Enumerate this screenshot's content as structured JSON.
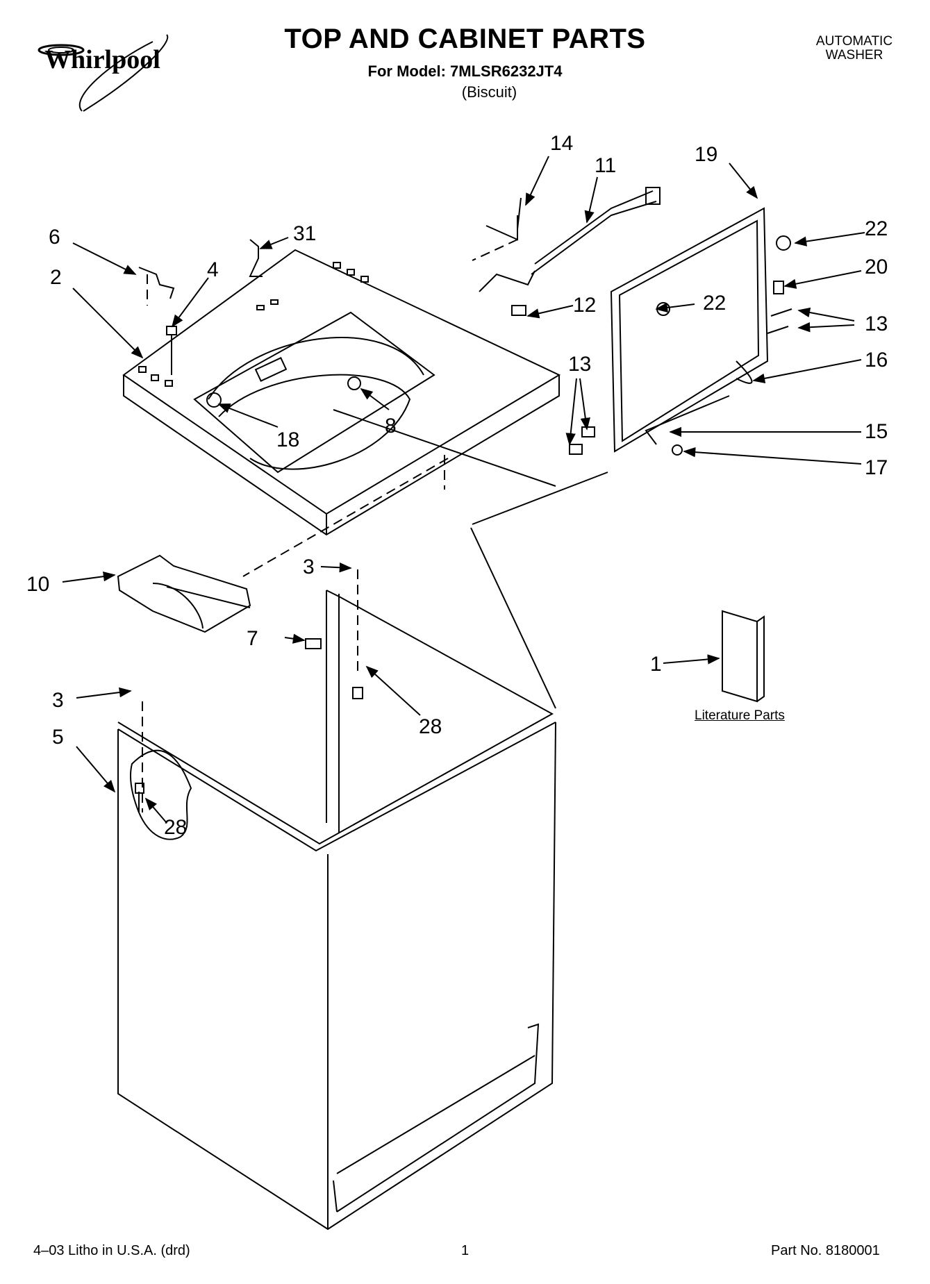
{
  "header": {
    "brand": "Whirlpool",
    "title": "TOP AND CABINET PARTS",
    "model_line": "For Model: 7MLSR6232JT4",
    "color_line": "(Biscuit)",
    "product_line1": "AUTOMATIC",
    "product_line2": "WASHER"
  },
  "callouts": {
    "c14": "14",
    "c11": "11",
    "c19": "19",
    "c22a": "22",
    "c20": "20",
    "c6": "6",
    "c31": "31",
    "c4": "4",
    "c2": "2",
    "c12": "12",
    "c22b": "22",
    "c13a": "13",
    "c16": "16",
    "c8": "8",
    "c18": "18",
    "c13b": "13",
    "c15": "15",
    "c17": "17",
    "c10": "10",
    "c3a": "3",
    "c7": "7",
    "c1": "1",
    "c3b": "3",
    "c28a": "28",
    "c5": "5",
    "c28b": "28"
  },
  "literature_label": "Literature Parts",
  "footer": {
    "litho": "4–03 Litho in U.S.A. (drd)",
    "page": "1",
    "part_no": "Part No. 8180001"
  }
}
